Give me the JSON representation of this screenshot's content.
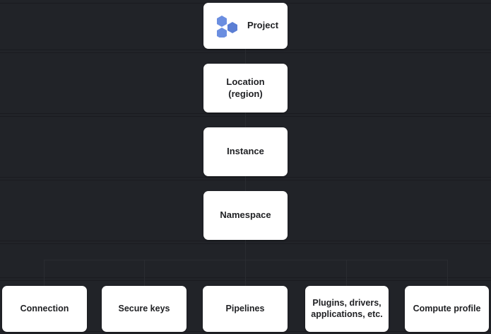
{
  "diagram": {
    "type": "hierarchy",
    "background_color": "#212328",
    "node_color": "#ffffff",
    "node_text_color": "#1f2023",
    "connector_color": "#2a2c31",
    "accent_color": "#6b8ee0",
    "hierarchy": [
      {
        "id": "project",
        "label": "Project",
        "icon": "hexagon-cluster-icon",
        "level": 1
      },
      {
        "id": "location",
        "label": "Location\n(region)",
        "level": 2
      },
      {
        "id": "instance",
        "label": "Instance",
        "level": 3
      },
      {
        "id": "namespace",
        "label": "Namespace",
        "level": 4
      }
    ],
    "children": [
      {
        "id": "connection",
        "label": "Connection"
      },
      {
        "id": "secure-keys",
        "label": "Secure keys"
      },
      {
        "id": "pipelines",
        "label": "Pipelines"
      },
      {
        "id": "plugins",
        "label": "Plugins, drivers,\napplications, etc."
      },
      {
        "id": "compute-profile",
        "label": "Compute profile"
      }
    ]
  }
}
